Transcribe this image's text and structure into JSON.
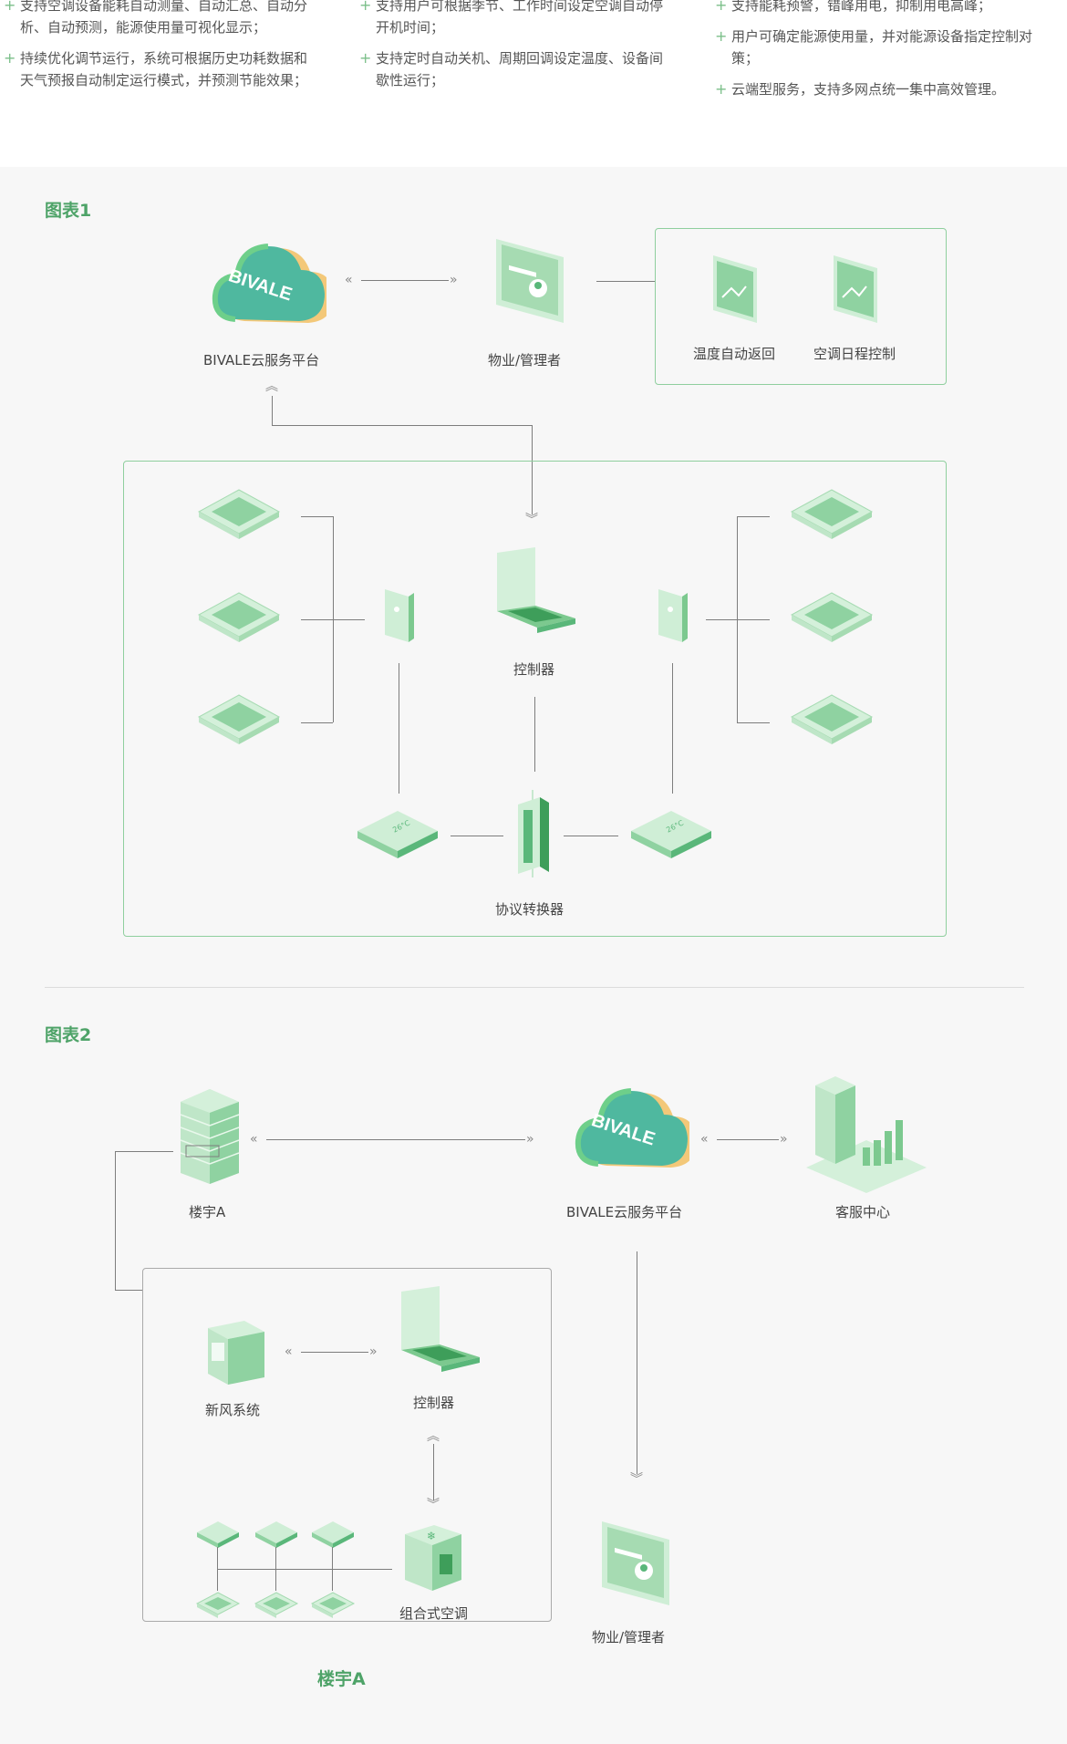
{
  "features": {
    "col1": [
      "支持空调设备能耗自动测量、自动汇总、自动分析、自动预测，能源使用量可视化显示；",
      "持续优化调节运行，系统可根据历史功耗数据和天气预报自动制定运行模式，并预测节能效果；"
    ],
    "col2": [
      "支持用户可根据季节、工作时间设定空调自动停开机时间；",
      "支持定时自动关机、周期回调设定温度、设备间歇性运行；"
    ],
    "col3": [
      "支持能耗预警，错峰用电，抑制用电高峰；",
      "用户可确定能源使用量，并对能源设备指定控制对策；",
      "云端型服务，支持多网点统一集中高效管理。"
    ]
  },
  "figure1": {
    "title": "图表1",
    "cloud_label": "BIVALE云服务平台",
    "cloud_logo_text": "BIVALE",
    "manager_label": "物业/管理者",
    "temp_return_label": "温度自动返回",
    "schedule_label": "空调日程控制",
    "controller_label": "控制器",
    "converter_label": "协议转换器",
    "thermostat_text": "26°C"
  },
  "figure2": {
    "title": "图表2",
    "building_label": "楼宇A",
    "cloud_label": "BIVALE云服务平台",
    "cloud_logo_text": "BIVALE",
    "service_label": "客服中心",
    "fresh_air_label": "新风系统",
    "controller_label": "控制器",
    "ahu_label": "组合式空调",
    "manager_label": "物业/管理者",
    "group_label": "楼宇A"
  },
  "colors": {
    "accent": "#4ea368",
    "light_green": "#a8dbb3",
    "border": "#8fcf9e"
  }
}
